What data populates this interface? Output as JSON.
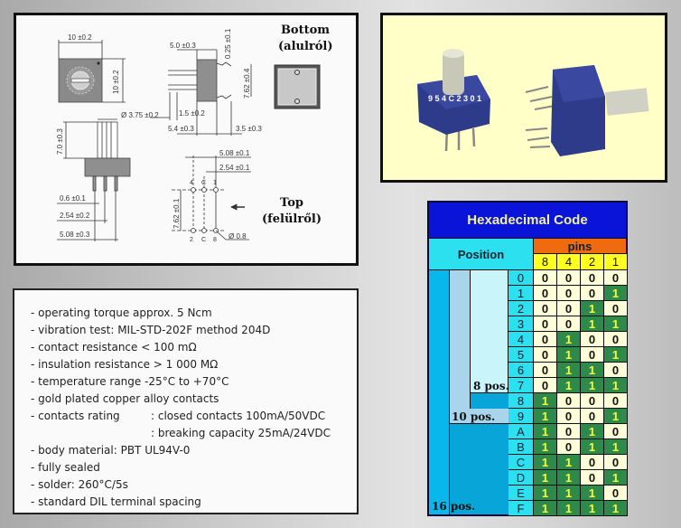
{
  "drawing": {
    "bottom_label": "Bottom",
    "bottom_sublabel": "(alulról)",
    "top_label": "Top",
    "top_sublabel": "(felülről)",
    "dimensions": {
      "width_top": "10 ±0.2",
      "height_top": "10 ±0.2",
      "side_body": "5.0 ±0.3",
      "lead_thickness": "0.25 ±0.1",
      "lead_span": "7.62 ±0.4",
      "shaft_offset": "1.5 ±0.2",
      "side_depth": "5.4 ±0.3",
      "lead_length": "3.5 ±0.3",
      "shaft_diameter": "Ø 3.75 ±0.2",
      "shaft_height": "7.0 ±0.3",
      "pin_width": "0.6 ±0.1",
      "pin_pitch": "2.54 ±0.2",
      "pin_span": "5.08 ±0.3",
      "hole_span": "5.08 ±0.1",
      "hole_pitch": "2.54 ±0.1",
      "hole_row_span": "7.62 ±0.1",
      "hole_diameter": "Ø 0.8"
    },
    "pin_labels_top": [
      "4",
      "C",
      "1"
    ],
    "pin_labels_bottom": [
      "2",
      "C",
      "8"
    ]
  },
  "photo": {
    "description": "Two blue rotary hexadecimal coding switches with knurled shafts"
  },
  "specs": {
    "items": [
      {
        "label": "- operating torque approx. 5 Ncm"
      },
      {
        "label": "- vibration test: MIL-STD-202F method 204D"
      },
      {
        "label": "- contact resistance < 100 mΩ"
      },
      {
        "label": "- insulation resistance > 1 000 MΩ"
      },
      {
        "label": "- temperature range -25°C to +70°C"
      },
      {
        "label": "- gold plated copper alloy contacts"
      },
      {
        "label": "- contacts rating",
        "value": ": closed contacts 100mA/50VDC"
      },
      {
        "label": "",
        "value": ": breaking capacity 25mA/24VDC"
      },
      {
        "label": "- body material: PBT UL94V-0"
      },
      {
        "label": "- fully sealed"
      },
      {
        "label": "- solder: 260°C/5s"
      },
      {
        "label": "- standard DIL terminal spacing"
      }
    ]
  },
  "hex_table": {
    "title": "Hexadecimal Code",
    "position_header": "Position",
    "pins_header": "pins",
    "pin_columns": [
      "8",
      "4",
      "2",
      "1"
    ],
    "group_labels": {
      "pos8": "8 pos.",
      "pos10": "10 pos.",
      "pos16": "16 pos."
    },
    "colors": {
      "one_bg": "#2e8a4a",
      "one_fg": "#ffff30",
      "zero_bg": "#fefed8",
      "title_bg": "#0a14d8"
    },
    "rows": [
      {
        "pos": "0",
        "bits": [
          "0",
          "0",
          "0",
          "0"
        ]
      },
      {
        "pos": "1",
        "bits": [
          "0",
          "0",
          "0",
          "1"
        ]
      },
      {
        "pos": "2",
        "bits": [
          "0",
          "0",
          "1",
          "0"
        ]
      },
      {
        "pos": "3",
        "bits": [
          "0",
          "0",
          "1",
          "1"
        ]
      },
      {
        "pos": "4",
        "bits": [
          "0",
          "1",
          "0",
          "0"
        ]
      },
      {
        "pos": "5",
        "bits": [
          "0",
          "1",
          "0",
          "1"
        ]
      },
      {
        "pos": "6",
        "bits": [
          "0",
          "1",
          "1",
          "0"
        ]
      },
      {
        "pos": "7",
        "bits": [
          "0",
          "1",
          "1",
          "1"
        ]
      },
      {
        "pos": "8",
        "bits": [
          "1",
          "0",
          "0",
          "0"
        ]
      },
      {
        "pos": "9",
        "bits": [
          "1",
          "0",
          "0",
          "1"
        ]
      },
      {
        "pos": "A",
        "bits": [
          "1",
          "0",
          "1",
          "0"
        ]
      },
      {
        "pos": "B",
        "bits": [
          "1",
          "0",
          "1",
          "1"
        ]
      },
      {
        "pos": "C",
        "bits": [
          "1",
          "1",
          "0",
          "0"
        ]
      },
      {
        "pos": "D",
        "bits": [
          "1",
          "1",
          "0",
          "1"
        ]
      },
      {
        "pos": "E",
        "bits": [
          "1",
          "1",
          "1",
          "0"
        ]
      },
      {
        "pos": "F",
        "bits": [
          "1",
          "1",
          "1",
          "1"
        ]
      }
    ]
  }
}
